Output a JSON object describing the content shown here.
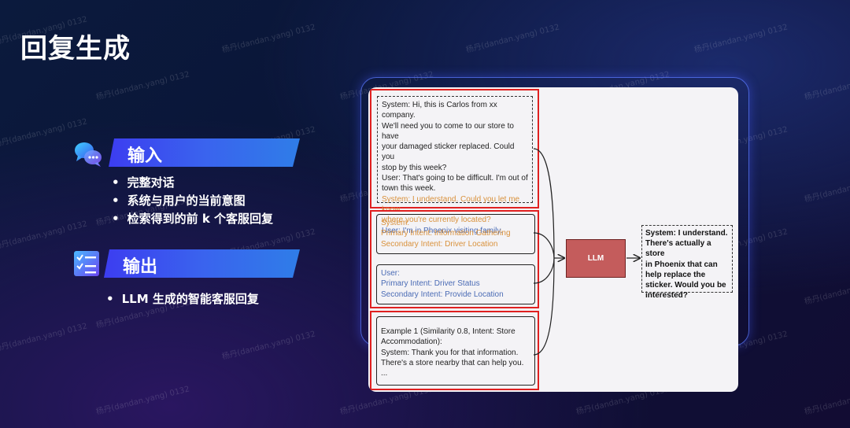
{
  "title": "回复生成",
  "watermark": "杨丹(dandan.yang) 0132",
  "input_section": {
    "label": "输入",
    "items": [
      "完整对话",
      "系统与用户的当前意图",
      "检索得到的前 k 个客服回复"
    ]
  },
  "output_section": {
    "label": "输出",
    "items": [
      "LLM 生成的智能客服回复"
    ]
  },
  "diagram": {
    "dialogue": {
      "lines": [
        "System: Hi, this is Carlos from xx company.",
        "We'll need you to come to our store to have",
        "your damaged sticker replaced. Could you",
        "stop by this week?",
        "User: That's going to be difficult. I'm out of",
        "town this week."
      ],
      "orange_lines": [
        "System: I understand. Could you let me know",
        "where you're currently located?"
      ],
      "blue_lines": [
        "User: I'm in Phoenix visiting family."
      ]
    },
    "system_intent": {
      "lines": [
        "System:",
        "Primary Intent: Information Gathering",
        "Secondary Intent: Driver Location"
      ]
    },
    "user_intent": {
      "lines": [
        "User:",
        "Primary Intent: Driver Status",
        "Secondary Intent: Provide Location"
      ]
    },
    "examples": {
      "lines": [
        "Example 1 (Similarity 0.8, Intent: Store",
        "Accommodation):",
        "System: Thank you for that information.",
        "There's a store nearby that can help you.",
        "..."
      ]
    },
    "llm_label": "LLM",
    "output": {
      "lines": [
        "System: I understand.",
        "There's actually a store",
        "in Phoenix that can",
        "help replace the",
        "sticker. Would you be",
        "interested?"
      ]
    }
  }
}
